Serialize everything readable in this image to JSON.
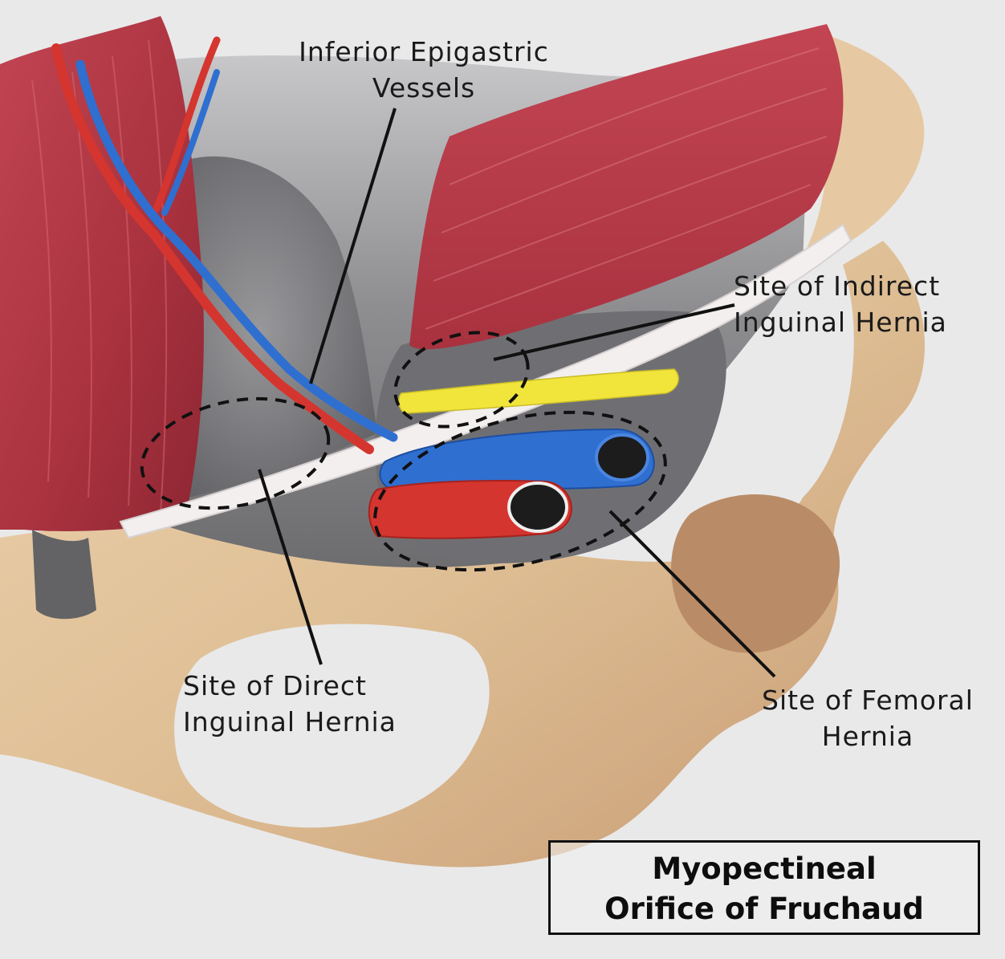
{
  "labels": {
    "epigastric": [
      "Inferior Epigastric",
      "Vessels"
    ],
    "indirect": [
      "Site of Indirect",
      "Inguinal Hernia"
    ],
    "direct": [
      "Site of Direct",
      "Inguinal Hernia"
    ],
    "femoral": [
      "Site of Femoral",
      "Hernia"
    ]
  },
  "title": [
    "Myopectineal",
    "Orifice of Fruchaud"
  ],
  "colors": {
    "background": "#e9e9ea",
    "muscle": "#b23a46",
    "bone": "#e2c29b",
    "fascia": "#8f8f92",
    "artery": "#d5352f",
    "vein": "#2f6fd0",
    "nerve": "#f2e63a",
    "ligament": "#f2eeee",
    "outline": "#111111"
  }
}
